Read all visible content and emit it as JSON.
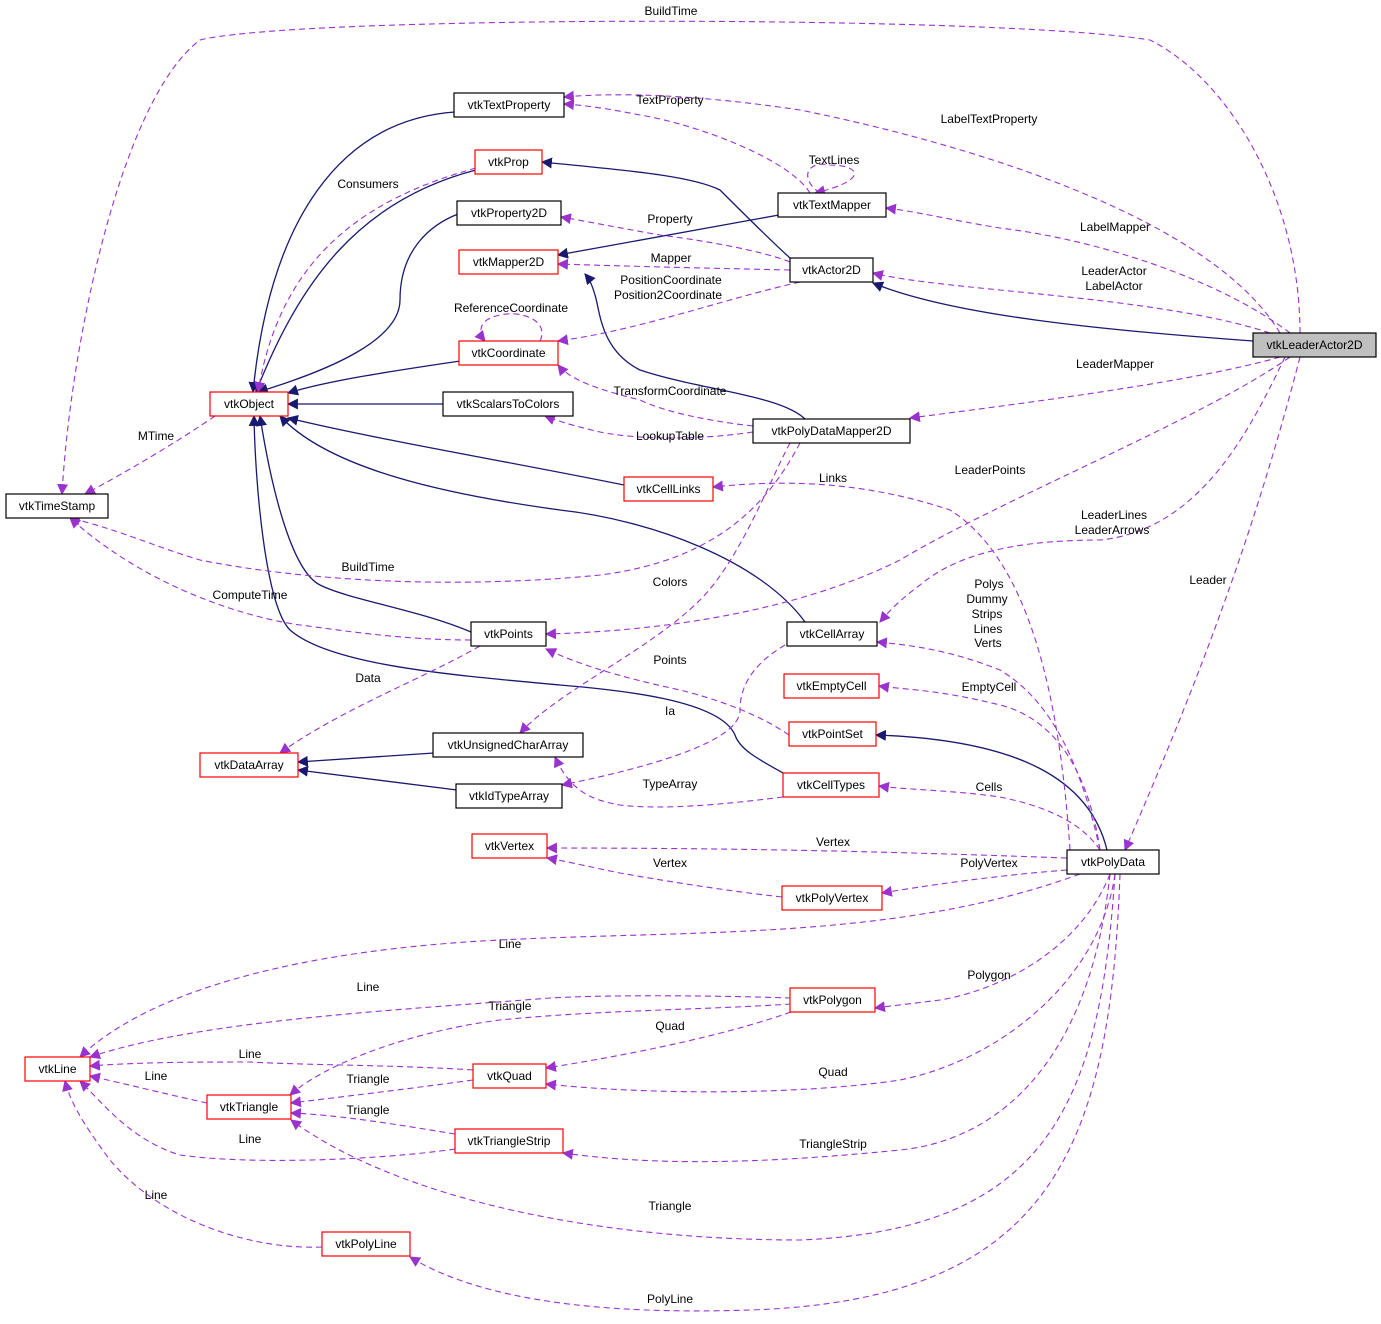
{
  "colors": {
    "inheritance_edge": "#191970",
    "usage_edge": "#9a32cd",
    "red_border": "#ff0000",
    "black_border": "#000000",
    "highlight_fill": "#bfbfbf"
  },
  "nodes": [
    {
      "id": "vtkLeaderActor2D",
      "label": "vtkLeaderActor2D",
      "border": "black",
      "highlight": true
    },
    {
      "id": "vtkTextProperty",
      "label": "vtkTextProperty",
      "border": "black"
    },
    {
      "id": "vtkProp",
      "label": "vtkProp",
      "border": "red"
    },
    {
      "id": "vtkTextMapper",
      "label": "vtkTextMapper",
      "border": "black"
    },
    {
      "id": "vtkProperty2D",
      "label": "vtkProperty2D",
      "border": "black"
    },
    {
      "id": "vtkMapper2D",
      "label": "vtkMapper2D",
      "border": "red"
    },
    {
      "id": "vtkActor2D",
      "label": "vtkActor2D",
      "border": "black"
    },
    {
      "id": "vtkCoordinate",
      "label": "vtkCoordinate",
      "border": "red"
    },
    {
      "id": "vtkObject",
      "label": "vtkObject",
      "border": "red"
    },
    {
      "id": "vtkScalarsToColors",
      "label": "vtkScalarsToColors",
      "border": "black"
    },
    {
      "id": "vtkPolyDataMapper2D",
      "label": "vtkPolyDataMapper2D",
      "border": "black"
    },
    {
      "id": "vtkTimeStamp",
      "label": "vtkTimeStamp",
      "border": "black"
    },
    {
      "id": "vtkCellLinks",
      "label": "vtkCellLinks",
      "border": "red"
    },
    {
      "id": "vtkPoints",
      "label": "vtkPoints",
      "border": "black"
    },
    {
      "id": "vtkCellArray",
      "label": "vtkCellArray",
      "border": "black"
    },
    {
      "id": "vtkEmptyCell",
      "label": "vtkEmptyCell",
      "border": "red"
    },
    {
      "id": "vtkPointSet",
      "label": "vtkPointSet",
      "border": "red"
    },
    {
      "id": "vtkDataArray",
      "label": "vtkDataArray",
      "border": "red"
    },
    {
      "id": "vtkUnsignedCharArray",
      "label": "vtkUnsignedCharArray",
      "border": "black"
    },
    {
      "id": "vtkIdTypeArray",
      "label": "vtkIdTypeArray",
      "border": "black"
    },
    {
      "id": "vtkCellTypes",
      "label": "vtkCellTypes",
      "border": "red"
    },
    {
      "id": "vtkVertex",
      "label": "vtkVertex",
      "border": "red"
    },
    {
      "id": "vtkPolyData",
      "label": "vtkPolyData",
      "border": "black"
    },
    {
      "id": "vtkPolyVertex",
      "label": "vtkPolyVertex",
      "border": "red"
    },
    {
      "id": "vtkPolygon",
      "label": "vtkPolygon",
      "border": "red"
    },
    {
      "id": "vtkLine",
      "label": "vtkLine",
      "border": "red"
    },
    {
      "id": "vtkQuad",
      "label": "vtkQuad",
      "border": "red"
    },
    {
      "id": "vtkTriangle",
      "label": "vtkTriangle",
      "border": "red"
    },
    {
      "id": "vtkTriangleStrip",
      "label": "vtkTriangleStrip",
      "border": "red"
    },
    {
      "id": "vtkPolyLine",
      "label": "vtkPolyLine",
      "border": "red"
    }
  ],
  "edge_labels": [
    {
      "id": "buildtime-top",
      "text": "BuildTime"
    },
    {
      "id": "textproperty",
      "text": "TextProperty"
    },
    {
      "id": "labeltextproperty",
      "text": "LabelTextProperty"
    },
    {
      "id": "textlines",
      "text": "TextLines"
    },
    {
      "id": "consumers",
      "text": "Consumers"
    },
    {
      "id": "property",
      "text": "Property"
    },
    {
      "id": "labelmapper",
      "text": "LabelMapper"
    },
    {
      "id": "mapper",
      "text": "Mapper"
    },
    {
      "id": "leaderactor",
      "text": "LeaderActor"
    },
    {
      "id": "labelactor",
      "text": "LabelActor"
    },
    {
      "id": "positioncoordinate",
      "text": "PositionCoordinate"
    },
    {
      "id": "position2coordinate",
      "text": "Position2Coordinate"
    },
    {
      "id": "referencecoordinate",
      "text": "ReferenceCoordinate"
    },
    {
      "id": "leadermapper",
      "text": "LeaderMapper"
    },
    {
      "id": "transformcoordinate",
      "text": "TransformCoordinate"
    },
    {
      "id": "mtime",
      "text": "MTime"
    },
    {
      "id": "lookuptable",
      "text": "LookupTable"
    },
    {
      "id": "links",
      "text": "Links"
    },
    {
      "id": "leaderpoints",
      "text": "LeaderPoints"
    },
    {
      "id": "leaderlines",
      "text": "LeaderLines"
    },
    {
      "id": "leaderarrows",
      "text": "LeaderArrows"
    },
    {
      "id": "buildtime-mid",
      "text": "BuildTime"
    },
    {
      "id": "colors",
      "text": "Colors"
    },
    {
      "id": "polys",
      "text": "Polys"
    },
    {
      "id": "dummy",
      "text": "Dummy"
    },
    {
      "id": "strips",
      "text": "Strips"
    },
    {
      "id": "lines",
      "text": "Lines"
    },
    {
      "id": "verts",
      "text": "Verts"
    },
    {
      "id": "leader",
      "text": "Leader"
    },
    {
      "id": "computetime",
      "text": "ComputeTime"
    },
    {
      "id": "points",
      "text": "Points"
    },
    {
      "id": "emptycell",
      "text": "EmptyCell"
    },
    {
      "id": "data",
      "text": "Data"
    },
    {
      "id": "ia",
      "text": "Ia"
    },
    {
      "id": "typearray",
      "text": "TypeArray"
    },
    {
      "id": "cells",
      "text": "Cells"
    },
    {
      "id": "vertex-1",
      "text": "Vertex"
    },
    {
      "id": "vertex-2",
      "text": "Vertex"
    },
    {
      "id": "polyvertex",
      "text": "PolyVertex"
    },
    {
      "id": "line-1",
      "text": "Line"
    },
    {
      "id": "polygon",
      "text": "Polygon"
    },
    {
      "id": "line-2",
      "text": "Line"
    },
    {
      "id": "triangle-1",
      "text": "Triangle"
    },
    {
      "id": "quad-1",
      "text": "Quad"
    },
    {
      "id": "line-3",
      "text": "Line"
    },
    {
      "id": "quad-2",
      "text": "Quad"
    },
    {
      "id": "line-4",
      "text": "Line"
    },
    {
      "id": "triangle-2",
      "text": "Triangle"
    },
    {
      "id": "triangle-3",
      "text": "Triangle"
    },
    {
      "id": "line-5",
      "text": "Line"
    },
    {
      "id": "trianglestrip",
      "text": "TriangleStrip"
    },
    {
      "id": "line-6",
      "text": "Line"
    },
    {
      "id": "triangle-4",
      "text": "Triangle"
    },
    {
      "id": "polyline",
      "text": "PolyLine"
    }
  ]
}
